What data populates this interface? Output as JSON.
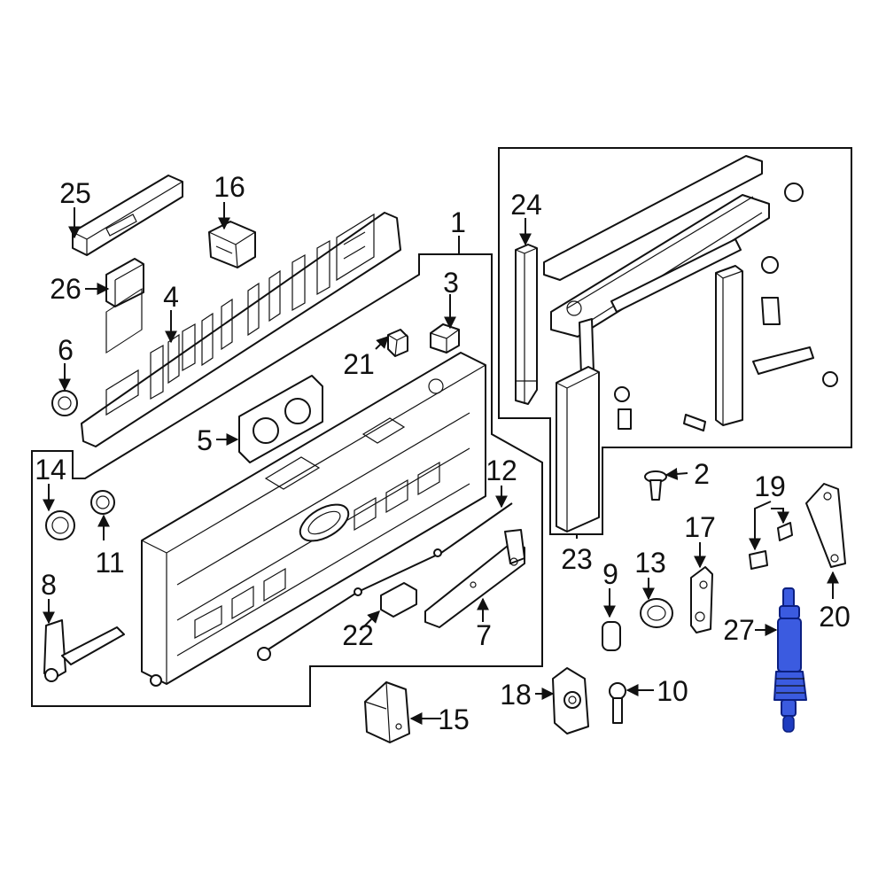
{
  "highlight_color": "#3b5be0",
  "callouts": {
    "c1": "1",
    "c2": "2",
    "c3": "3",
    "c4": "4",
    "c5": "5",
    "c6": "6",
    "c7": "7",
    "c8": "8",
    "c9": "9",
    "c10": "10",
    "c11": "11",
    "c12": "12",
    "c13": "13",
    "c14": "14",
    "c15": "15",
    "c16": "16",
    "c17": "17",
    "c18": "18",
    "c19": "19",
    "c20": "20",
    "c21": "21",
    "c22": "22",
    "c23": "23",
    "c24": "24",
    "c25": "25",
    "c26": "26",
    "c27": "27"
  },
  "highlighted_part": "27"
}
